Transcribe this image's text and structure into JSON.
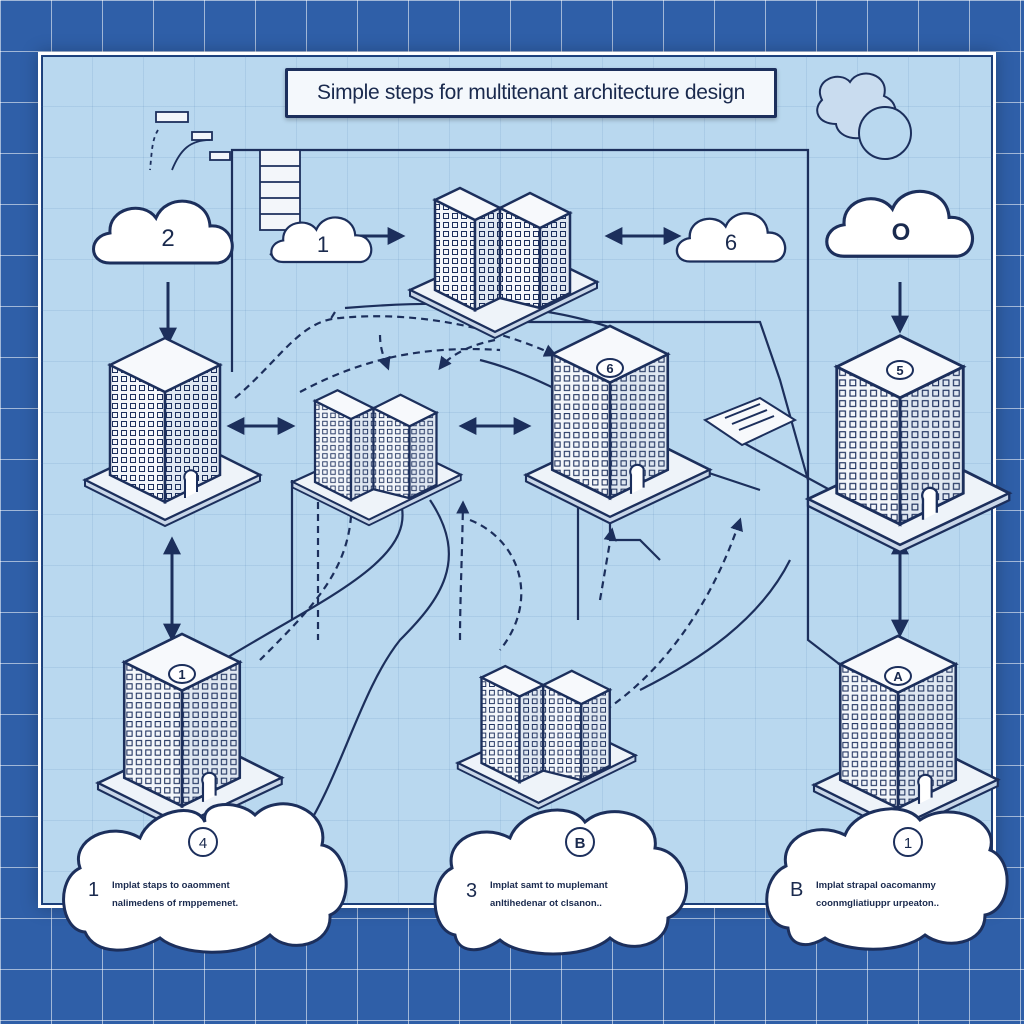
{
  "title": "Simple steps for multitenant architecture design",
  "clouds": {
    "top_left": "2",
    "top_center": "1",
    "top_right": "6",
    "far_right": "O"
  },
  "building_badges": {
    "center_right": "6",
    "right": "5",
    "bottom_left": "1",
    "bottom_right": "A"
  },
  "bottom_clouds": {
    "left": {
      "badge": "4",
      "number": "1",
      "line1": "Implat staps to oaomment",
      "line2": "nalimedens of rmppemenet."
    },
    "center": {
      "badge": "B",
      "number": "3",
      "line1": "Implat samt to muplemant",
      "line2": "anltihedenar ot clsanon.."
    },
    "right": {
      "badge": "1",
      "number": "B",
      "line1": "Implat strapal oacomanmy",
      "line2": "coonmgliatiuppr urpeaton.."
    }
  },
  "colors": {
    "line": "#1c2f5c",
    "board": "#b9d8ef",
    "grid_bg": "#2f5fa8",
    "building_face": "#f3f6fa"
  }
}
